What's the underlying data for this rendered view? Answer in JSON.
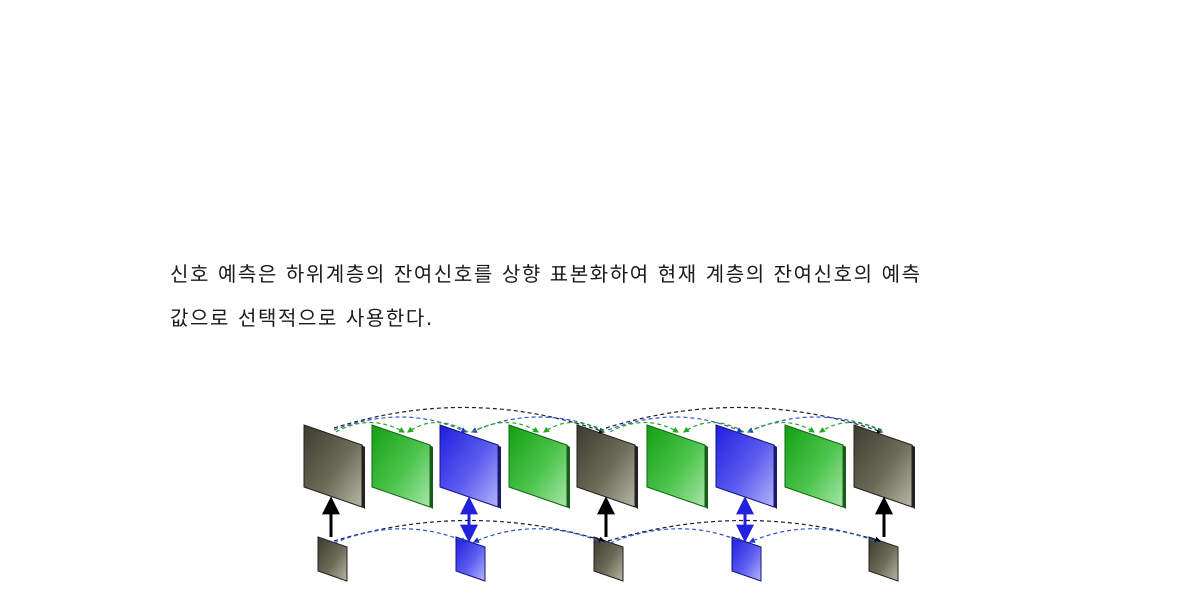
{
  "document": {
    "paragraph_lines": [
      "신호 예측은 하위계층의 잔여신호를 상향 표본화하여 현재 계층의 잔여신호의 예측",
      "값으로 선택적으로 사용한다."
    ]
  },
  "colors": {
    "frame_gray": "#6e6e5a",
    "frame_green": "#2cb52c",
    "frame_blue": "#3a3ae6",
    "arrow_black": "#000000",
    "arrow_blue": "#2222dd",
    "arrow_green": "#22aa22",
    "dash_blue": "#3355cc"
  },
  "figure": {
    "top_frames": [
      "gray",
      "green",
      "blue",
      "green",
      "gray",
      "green",
      "blue",
      "green",
      "gray"
    ],
    "bottom_frames": [
      "gray",
      "blue",
      "gray",
      "blue",
      "gray"
    ]
  }
}
